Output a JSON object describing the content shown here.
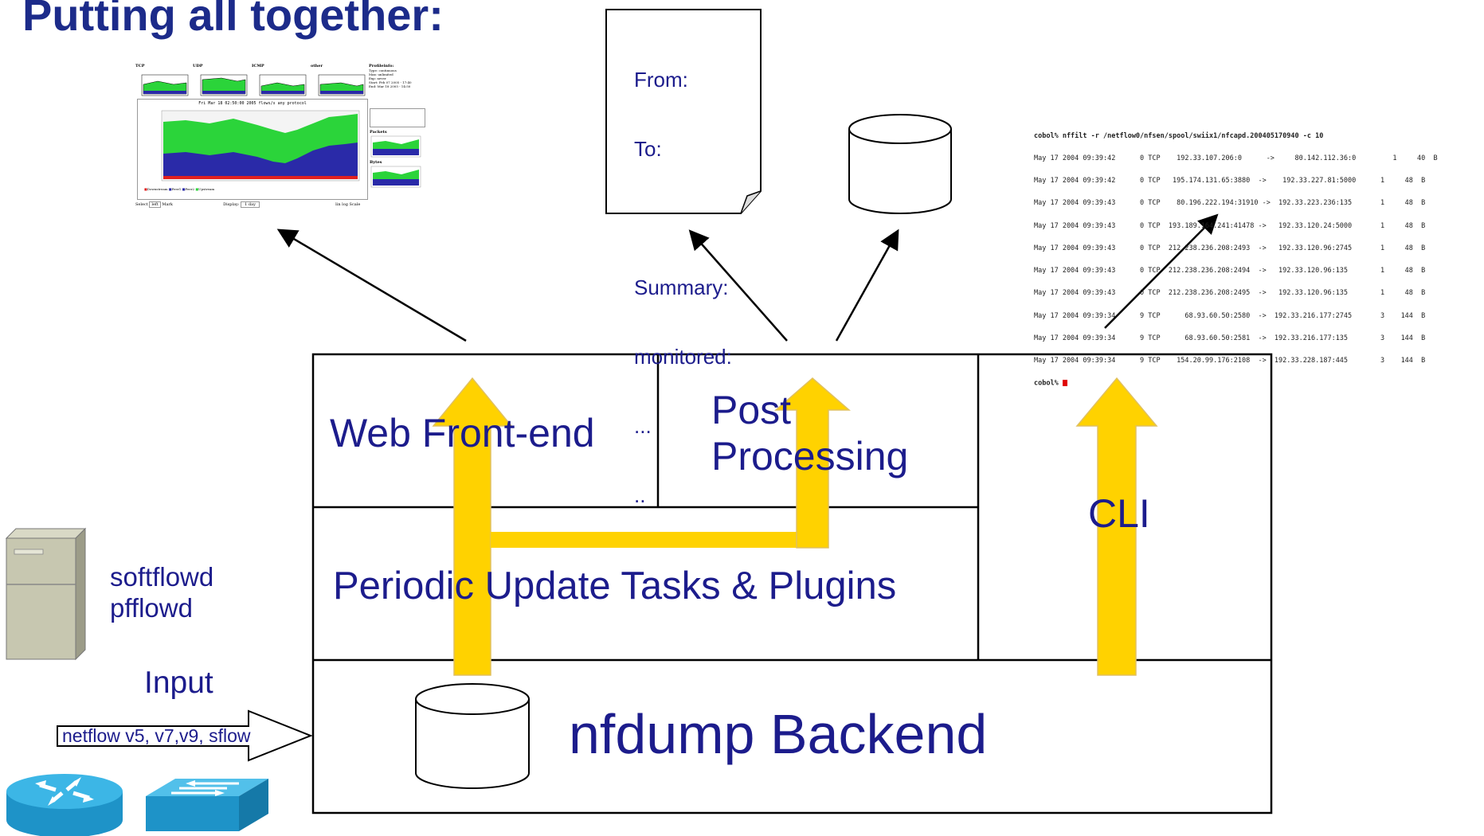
{
  "title": "Putting all together:",
  "boxes": {
    "web_frontend": "Web Front-end",
    "post_processing_line1": "Post",
    "post_processing_line2": "Processing",
    "cli": "CLI",
    "periodic": "Periodic Update Tasks & Plugins",
    "backend": "nfdump Backend"
  },
  "inputs": {
    "softflowd": "softflowd",
    "pfflowd": "pfflowd",
    "input_label": "Input",
    "protocols": "netflow v5, v7,v9, sflow"
  },
  "email_note": {
    "lines": [
      "From:",
      "To:",
      "",
      "Summary:",
      "monitored:",
      "...",
      ".."
    ]
  },
  "web_thumbnail": {
    "tabs": [
      "TCP",
      "UDP",
      "ICMP",
      "other"
    ],
    "profile_heading": "Profileinfo:",
    "profile_lines": [
      "Type: continuous",
      "Max: unlimited",
      "Exp: never",
      "Start: Feb 07 2005 - 17:40",
      "End: Mar 18 2005 - 14:50"
    ],
    "graph_title": "Fri Mar 18 02:50:00 2005 flows/s any protocol",
    "side_labels": [
      "Packets",
      "Bytes"
    ],
    "legend": [
      "Downstream",
      "Peer1",
      "Peer2",
      "Upstream"
    ],
    "controls": [
      "Select",
      "left",
      "Mark",
      "Display:",
      "1 day",
      "lin",
      "log Scale"
    ]
  },
  "terminal": {
    "prompt": "cobol% nffilt -r /netflow0/nfsen/spool/swiix1/nfcapd.200405170940 -c 10",
    "rows": [
      "May 17 2004 09:39:42      0 TCP    192.33.107.206:0      ->     80.142.112.36:0         1     40  B",
      "May 17 2004 09:39:42      0 TCP   195.174.131.65:3880  ->    192.33.227.81:5000      1     48  B",
      "May 17 2004 09:39:43      0 TCP    80.196.222.194:31910 ->  192.33.223.236:135       1     48  B",
      "May 17 2004 09:39:43      0 TCP  193.189.164.241:41478 ->   192.33.120.24:5000       1     48  B",
      "May 17 2004 09:39:43      0 TCP  212.238.236.208:2493  ->   192.33.120.96:2745       1     48  B",
      "May 17 2004 09:39:43      0 TCP  212.238.236.208:2494  ->   192.33.120.96:135        1     48  B",
      "May 17 2004 09:39:43      0 TCP  212.238.236.208:2495  ->   192.33.120.96:135        1     48  B",
      "May 17 2004 09:39:34      9 TCP      68.93.60.50:2580  ->  192.33.216.177:2745       3    144  B",
      "May 17 2004 09:39:34      9 TCP      68.93.60.50:2581  ->  192.33.216.177:135        3    144  B",
      "May 17 2004 09:39:34      9 TCP    154.20.99.176:2108  ->  192.33.228.187:445        3    144  B"
    ],
    "end_prompt": "cobol% "
  },
  "colors": {
    "title": "#1c2b8a",
    "label": "#1c1c8c",
    "flow_arrow": "#ffd200",
    "flow_arrow_edge": "#e0c060"
  },
  "icons": [
    "server-icon",
    "router-icon",
    "switch-icon",
    "database-icon"
  ]
}
